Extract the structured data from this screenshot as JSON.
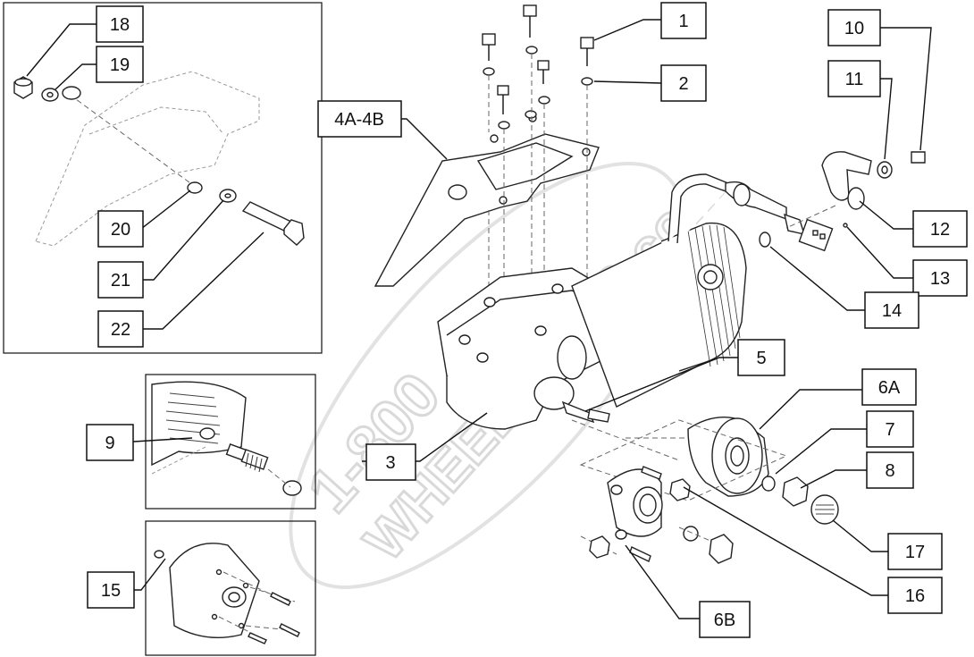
{
  "watermark": {
    "line1": "1-800",
    "line2": "WHEELCHAIR.com"
  },
  "callouts": [
    {
      "id": "1",
      "text": "1"
    },
    {
      "id": "2",
      "text": "2"
    },
    {
      "id": "3",
      "text": "3"
    },
    {
      "id": "4",
      "text": "4A-4B"
    },
    {
      "id": "5",
      "text": "5"
    },
    {
      "id": "6a",
      "text": "6A"
    },
    {
      "id": "6b",
      "text": "6B"
    },
    {
      "id": "7",
      "text": "7"
    },
    {
      "id": "8",
      "text": "8"
    },
    {
      "id": "9",
      "text": "9"
    },
    {
      "id": "10",
      "text": "10"
    },
    {
      "id": "11",
      "text": "11"
    },
    {
      "id": "12",
      "text": "12"
    },
    {
      "id": "13",
      "text": "13"
    },
    {
      "id": "14",
      "text": "14"
    },
    {
      "id": "15",
      "text": "15"
    },
    {
      "id": "16",
      "text": "16"
    },
    {
      "id": "17",
      "text": "17"
    },
    {
      "id": "18",
      "text": "18"
    },
    {
      "id": "19",
      "text": "19"
    },
    {
      "id": "20",
      "text": "20"
    },
    {
      "id": "21",
      "text": "21"
    },
    {
      "id": "22",
      "text": "22"
    }
  ]
}
